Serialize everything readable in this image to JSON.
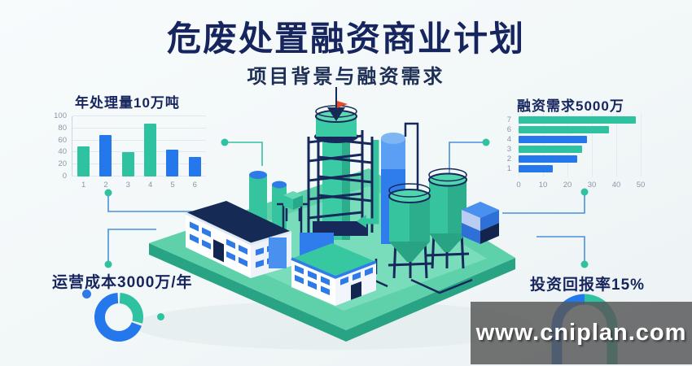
{
  "header": {
    "title": "危废处置融资商业计划",
    "subtitle": "项目背景与融资需求"
  },
  "colors": {
    "teal": "#2fc2a0",
    "blue": "#2478ec",
    "navy": "#16295a",
    "title_navy": "#17255e",
    "axis_gray": "#8a97a6",
    "grid_gray": "#e0e7ee",
    "flag_red": "#e04b2a",
    "watermark_bg": "rgba(88,88,88,0.84)",
    "watermark_text": "#ffffff"
  },
  "watermark": {
    "text": "www.cniplan.com"
  },
  "chart_data": [
    {
      "id": "throughput",
      "type": "bar",
      "title": "年处理量10万吨",
      "categories": [
        "1",
        "2",
        "3",
        "4",
        "5",
        "6"
      ],
      "values": [
        50,
        69,
        41,
        88,
        44,
        33
      ],
      "bar_colors": [
        "teal",
        "blue",
        "teal",
        "teal",
        "blue",
        "blue"
      ],
      "xlabel": "",
      "ylabel": "",
      "ylim": [
        0,
        100
      ],
      "yticks": [
        0,
        20,
        40,
        60,
        80,
        100
      ],
      "grid": true,
      "legend": "none"
    },
    {
      "id": "financing",
      "type": "hbar",
      "title": "融资需求5000万",
      "categories": [
        "7",
        "6",
        "4",
        "3",
        "2",
        "1"
      ],
      "values": [
        48,
        37,
        28,
        26,
        24,
        14
      ],
      "bar_colors": [
        "teal",
        "teal",
        "blue",
        "teal",
        "blue",
        "blue"
      ],
      "xlim": [
        0,
        50
      ],
      "xticks": [
        0,
        10,
        20,
        30,
        40,
        50
      ],
      "grid": true,
      "legend": "none"
    },
    {
      "id": "opcost",
      "type": "donut",
      "title": "运营成本3000万/年",
      "slices": [
        {
          "color": "teal",
          "value": 30
        },
        {
          "color": "blue",
          "value": 70
        }
      ]
    },
    {
      "id": "roi",
      "type": "ring",
      "title": "投资回报率15%",
      "segment_colors": [
        "blue",
        "teal"
      ]
    }
  ]
}
